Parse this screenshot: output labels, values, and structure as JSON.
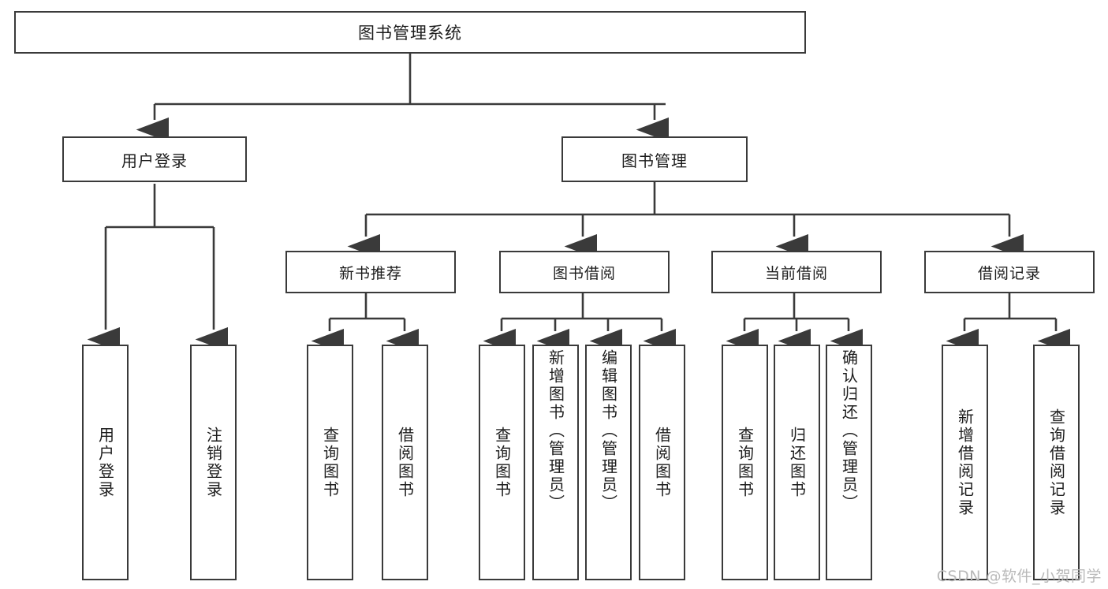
{
  "diagram": {
    "type": "tree",
    "title": "图书管理系统",
    "watermark": "CSDN @软件_小贺同学",
    "colors": {
      "stroke": "#3a3a3a",
      "fill": "#ffffff",
      "text": "#1d1d1d",
      "watermark": "#b9b9b9"
    },
    "nodes": {
      "root": {
        "label": "图书管理系统"
      },
      "level1": [
        {
          "id": "user-login",
          "label": "用户登录"
        },
        {
          "id": "book-manage",
          "label": "图书管理"
        }
      ],
      "level2": [
        {
          "id": "new-book-rec",
          "label": "新书推荐"
        },
        {
          "id": "book-borrow",
          "label": "图书借阅"
        },
        {
          "id": "current-borrow",
          "label": "当前借阅"
        },
        {
          "id": "borrow-record",
          "label": "借阅记录"
        }
      ],
      "leaves": {
        "user_login": [
          {
            "id": "leaf-user-login",
            "label": "用户登录"
          },
          {
            "id": "leaf-logout",
            "label": "注销登录"
          }
        ],
        "new_book_rec": [
          {
            "id": "leaf-query-book-1",
            "label": "查询图书"
          },
          {
            "id": "leaf-borrow-book-1",
            "label": "借阅图书"
          }
        ],
        "book_borrow": [
          {
            "id": "leaf-query-book-2",
            "label": "查询图书"
          },
          {
            "id": "leaf-add-book",
            "label": "新增图书（管理员）"
          },
          {
            "id": "leaf-edit-book",
            "label": "编辑图书（管理员）"
          },
          {
            "id": "leaf-borrow-book-2",
            "label": "借阅图书"
          }
        ],
        "current_borrow": [
          {
            "id": "leaf-query-book-3",
            "label": "查询图书"
          },
          {
            "id": "leaf-return-book",
            "label": "归还图书"
          },
          {
            "id": "leaf-confirm-return",
            "label": "确认归还（管理员）"
          }
        ],
        "borrow_record": [
          {
            "id": "leaf-add-record",
            "label": "新增借阅记录"
          },
          {
            "id": "leaf-query-record",
            "label": "查询借阅记录"
          }
        ]
      }
    }
  }
}
